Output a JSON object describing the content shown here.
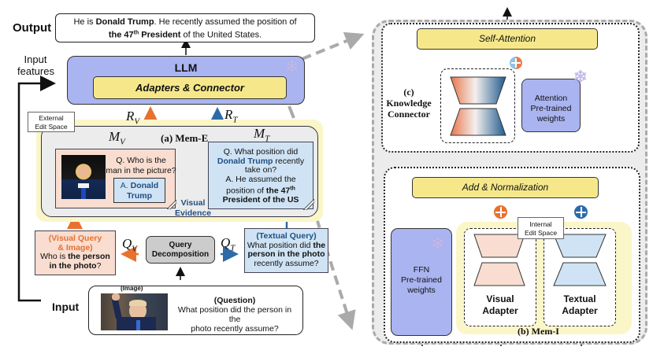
{
  "labels": {
    "output": "Output",
    "input_features": [
      "Input",
      "features"
    ],
    "input": "Input"
  },
  "output_box": {
    "line1_pre": "He is ",
    "line1_bold": "Donald Trump",
    "line1_post": ". He recently assumed the position of",
    "line2_bold_pre": "the 47",
    "line2_sup": "th",
    "line2_bold_post": " President",
    "line2_post": " of the United States."
  },
  "llm": {
    "title": "LLM",
    "inner": "Adapters & Connector",
    "frozen_icon": "snowflake-icon"
  },
  "mem_e": {
    "external_edit_space": [
      "External",
      "Edit Space"
    ],
    "title": "(a) Mem-E",
    "r_v": {
      "base": "R",
      "sub": "V"
    },
    "r_t": {
      "base": "R",
      "sub": "T"
    },
    "m_v": {
      "base": "M",
      "sub": "V"
    },
    "m_t": {
      "base": "M",
      "sub": "T"
    },
    "visual_memory": {
      "question": [
        "Q. Who is the",
        "man in the picture?"
      ],
      "answer_pre": "A. ",
      "answer_bold": [
        "Donald",
        "Trump"
      ]
    },
    "visual_evidence": [
      "Visual",
      "Evidence"
    ],
    "textual_memory": {
      "q_line1": "Q. What position did",
      "q_line2_bold": "Donald Trump",
      "q_line2_post": " recently",
      "q_line3": "take on?",
      "a_line1": "A. He assumed the",
      "a_line2_pre": "position of ",
      "a_line2_bold": "the 47",
      "a_line2_sup": "th",
      "a_line3_bold": "President of the US"
    }
  },
  "query": {
    "visual": {
      "title": [
        "(Visual Query",
        "& Image)"
      ],
      "line1_pre": "Who is ",
      "line1_bold": "the person",
      "line2_bold": "in the photo",
      "line2_post": "?"
    },
    "q_v": {
      "base": "Q",
      "sub": "V"
    },
    "q_t": {
      "base": "Q",
      "sub": "T"
    },
    "decomposition": [
      "Query",
      "Decomposition"
    ],
    "textual": {
      "title": "(Textual Query)",
      "line1_pre": "What position did ",
      "line1_bold": "the",
      "line2_bold": "person in the photo",
      "line3": "recently assume?"
    }
  },
  "input_box": {
    "image_label": "(Image)",
    "question_label": "(Question)",
    "question": [
      "What position did the person in the",
      "photo recently assume?"
    ]
  },
  "right_panel": {
    "self_attention": "Self-Attention",
    "knowledge_connector": [
      "(c)",
      "Knowledge",
      "Connector"
    ],
    "attention_weights": [
      "Attention",
      "Pre-trained",
      "weights"
    ],
    "add_norm": "Add & Normalization",
    "internal_edit_space": [
      "Internal",
      "Edit Space"
    ],
    "ffn_weights": [
      "FFN",
      "Pre-trained",
      "weights"
    ],
    "visual_adapter": [
      "Visual",
      "Adapter"
    ],
    "textual_adapter": [
      "Textual",
      "Adapter"
    ],
    "mem_i_title": "(b) Mem-I"
  },
  "colors": {
    "llm_blue": "#aab4f0",
    "adapter_yellow": "#f6e88a",
    "orange": "#e8712e",
    "blue": "#2d6aa8",
    "peach": "#f8ddd0",
    "light_blue": "#cfe3f4",
    "pale_yellow": "#fbf6c8",
    "panel_grey": "#ececec"
  }
}
